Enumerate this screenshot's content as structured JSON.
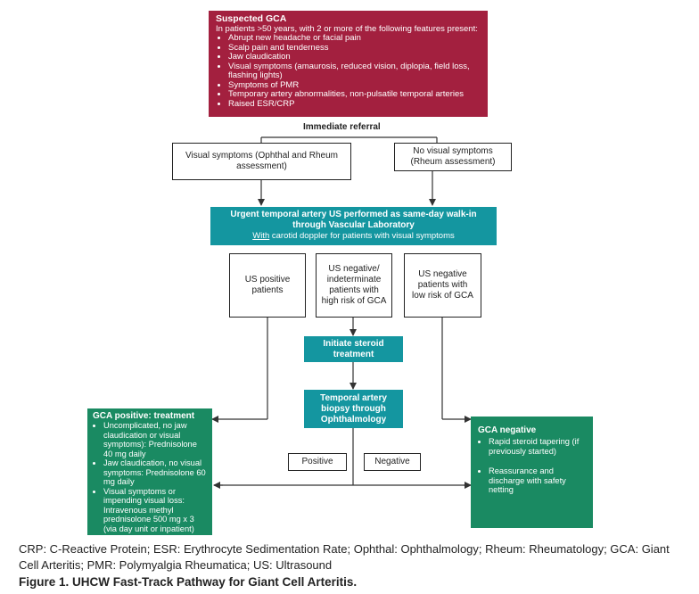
{
  "suspected": {
    "title": "Suspected GCA",
    "intro": "In patients >50 years, with 2 or more of the following features present:",
    "items": [
      "Abrupt new headache or facial pain",
      "Scalp pain and tenderness",
      "Jaw claudication",
      "Visual symptoms (amaurosis, reduced vision, diplopia, field loss, flashing lights)",
      "Symptoms of PMR",
      "Temporary artery abnormalities, non-pulsatile temporal arteries",
      "Raised ESR/CRP"
    ]
  },
  "immediate_referral": "Immediate referral",
  "visual_box": "Visual symptoms (Ophthal and Rheum assessment)",
  "no_visual_box": "No visual symptoms (Rheum assessment)",
  "urgent_us": {
    "line1": "Urgent temporal artery US performed as same-day walk-in through Vascular Laboratory",
    "with_word": "With",
    "line2": " carotid doppler for patients with visual symptoms"
  },
  "us_positive": "US positive patients",
  "us_neg_high": "US negative/ indeterminate patients with high risk of GCA",
  "us_neg_low": "US negative patients with low risk of GCA",
  "initiate_steroid": "Initiate steroid treatment",
  "biopsy": "Temporal artery biopsy through Ophthalmology",
  "positive_label": "Positive",
  "negative_label": "Negative",
  "gca_positive": {
    "title": "GCA positive: treatment",
    "items": [
      "Uncomplicated, no jaw claudication or visual symptoms): Prednisolone 40 mg daily",
      "Jaw claudication, no visual symptoms: Prednisolone 60 mg daily",
      "Visual symptoms or impending visual loss: Intravenous methyl prednisolone 500 mg x 3 (via day unit or inpatient)"
    ]
  },
  "gca_negative": {
    "title": "GCA negative",
    "items": [
      "Rapid steroid tapering (if previously started)",
      "Reassurance and discharge with safety netting"
    ]
  },
  "abbreviations": "CRP: C-Reactive Protein; ESR: Erythrocyte Sedimentation Rate; Ophthal: Ophthalmology; Rheum: Rheumatology; GCA: Giant Cell Arteritis; PMR: Polymyalgia Rheumatica; US: Ultrasound",
  "figure_caption": "Figure 1. UHCW Fast-Track Pathway for Giant Cell Arteritis."
}
